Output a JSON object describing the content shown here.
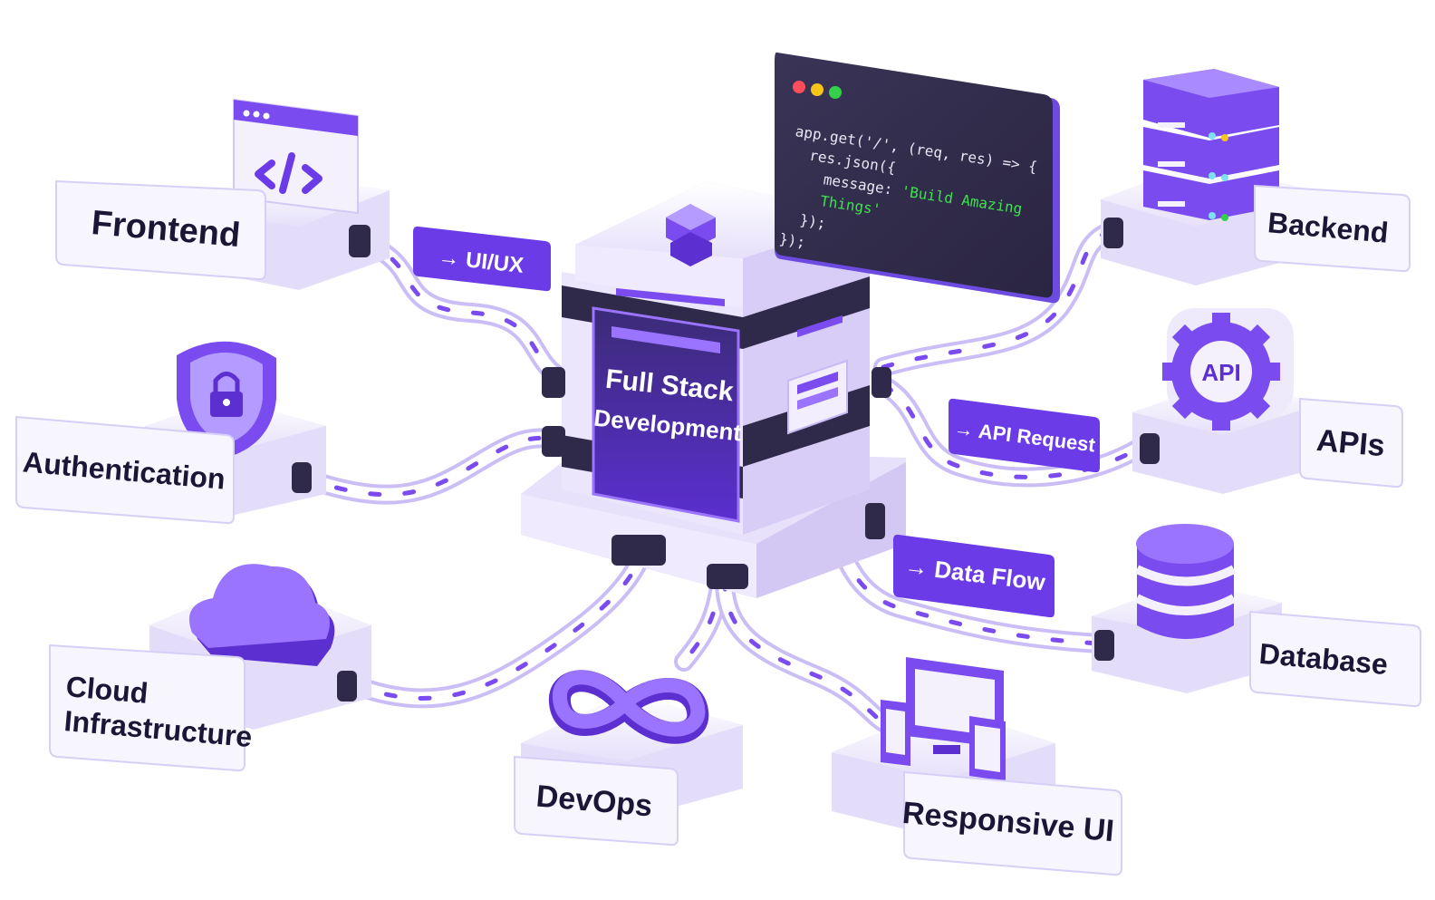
{
  "center": {
    "title_line1": "Full Stack",
    "title_line2": "Development"
  },
  "code_window": {
    "lines": [
      {
        "plain": "app.get('/', (req, res) => {",
        "green": ""
      },
      {
        "plain": "  res.json({",
        "green": ""
      },
      {
        "plain": "    message: ",
        "green": "'Build Amazing"
      },
      {
        "plain": "",
        "green": "    Things'"
      },
      {
        "plain": "  });",
        "green": ""
      },
      {
        "plain": "});",
        "green": ""
      }
    ],
    "dot_colors": [
      "#ff4d5a",
      "#f5c518",
      "#35d049"
    ]
  },
  "nodes": {
    "frontend": {
      "label": "Frontend",
      "icon": "code-window-icon"
    },
    "authentication": {
      "label": "Authentication",
      "icon": "shield-lock-icon"
    },
    "cloud": {
      "label_line1": "Cloud",
      "label_line2": "Infrastructure",
      "icon": "cloud-icon"
    },
    "devops": {
      "label": "DevOps",
      "icon": "infinity-icon"
    },
    "responsive": {
      "label": "Responsive UI",
      "icon": "devices-icon"
    },
    "database": {
      "label": "Database",
      "icon": "database-icon"
    },
    "apis": {
      "label": "APIs",
      "icon": "api-gear-icon",
      "badge": "API"
    },
    "backend": {
      "label": "Backend",
      "icon": "server-stack-icon"
    }
  },
  "pills": {
    "uiux": "→ UI/UX",
    "api_request": "→ API Request",
    "data_flow": "→ Data Flow"
  },
  "colors": {
    "accent": "#7a4cf0",
    "accent_dark": "#5b2fd0",
    "accent_light": "#a98bff",
    "surface": "#f4f1fd",
    "surface_shade": "#d9d1f5",
    "text": "#1b1635",
    "dark_panel": "#2f2a4a"
  }
}
